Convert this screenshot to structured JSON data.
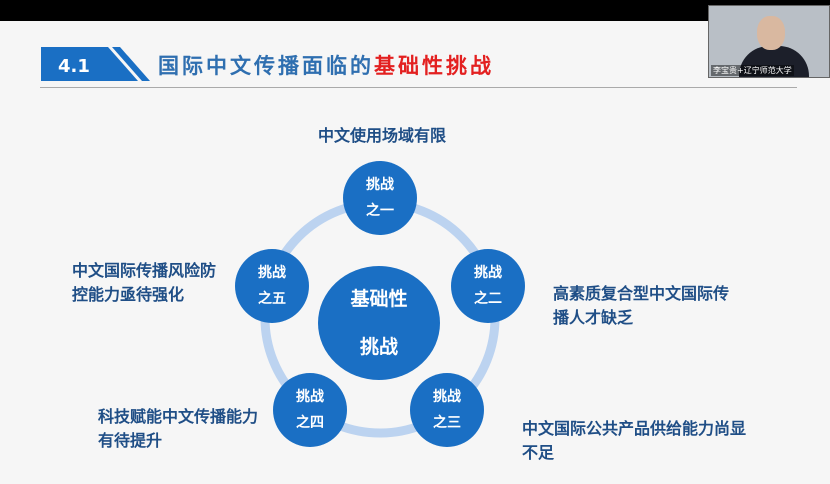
{
  "header": {
    "section_number": "4.1",
    "title_main": "国际中文传播面临的",
    "title_highlight": "基础性挑战"
  },
  "video": {
    "caption": "李宝贵+辽宁师范大学"
  },
  "diagram": {
    "center": {
      "line1": "基础性",
      "line2": "挑战"
    },
    "nodes": [
      {
        "line1": "挑战",
        "line2": "之一",
        "desc": "中文使用场域有限"
      },
      {
        "line1": "挑战",
        "line2": "之二",
        "desc": "高素质复合型中文国际传播人才缺乏"
      },
      {
        "line1": "挑战",
        "line2": "之三",
        "desc": "中文国际公共产品供给能力尚显不足"
      },
      {
        "line1": "挑战",
        "line2": "之四",
        "desc": "科技赋能中文传播能力有待提升"
      },
      {
        "line1": "挑战",
        "line2": "之五",
        "desc": "中文国际传播风险防控能力亟待强化"
      }
    ]
  },
  "colors": {
    "accent": "#1a6fc4",
    "highlight": "#e32020",
    "label": "#1f4e86"
  }
}
